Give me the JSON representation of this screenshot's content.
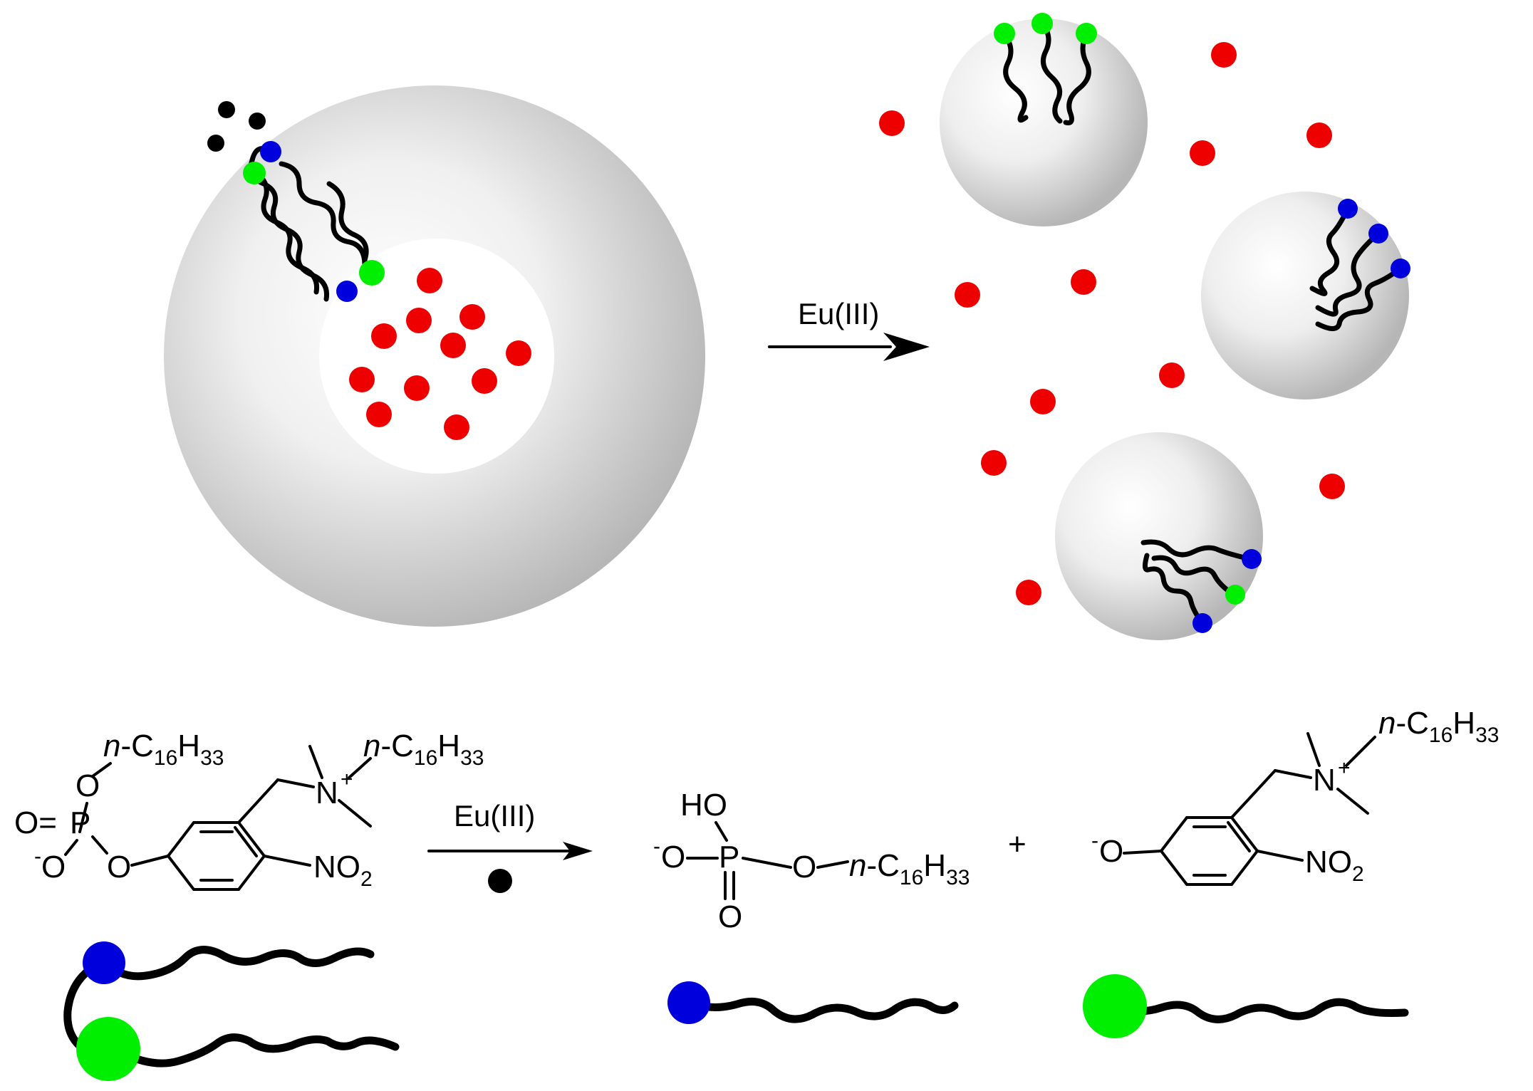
{
  "colors": {
    "cargo": "#ee0000",
    "phosphate_head": "#0000dd",
    "ammonium_head": "#00ee00",
    "eu_ion": "#000000",
    "vesicle_light": "#ffffff",
    "vesicle_dark": "#b8b8b8"
  },
  "scheme": {
    "arrow_label": "Eu(III)"
  },
  "reaction": {
    "arrow_label": "Eu(III)",
    "plus": "+",
    "reactant": {
      "alkyl_1_prefix": "n",
      "alkyl_1_body": "-C",
      "alkyl_1_sub1": "16",
      "alkyl_1_h": "H",
      "alkyl_1_sub2": "33",
      "alkyl_2_prefix": "n",
      "alkyl_2_body": "-C",
      "alkyl_2_sub1": "16",
      "alkyl_2_h": "H",
      "alkyl_2_sub2": "33",
      "o_ester": "O",
      "o_double": "O=",
      "p": "P",
      "o_minus_sup": "-",
      "o_minus": "O",
      "o_aryl": "O",
      "n": "N",
      "n_charge": "+",
      "nitro": "NO",
      "nitro_sub": "2"
    },
    "product_phosphate": {
      "ho": "HO",
      "o_minus_sup": "-",
      "o_minus": "O",
      "p": "P",
      "o_ester": "O",
      "alkyl_prefix": "n",
      "alkyl_body": "-C",
      "alkyl_sub1": "16",
      "alkyl_h": "H",
      "alkyl_sub2": "33",
      "o_double": "O"
    },
    "product_phenolate": {
      "alkyl_prefix": "n",
      "alkyl_body": "-C",
      "alkyl_sub1": "16",
      "alkyl_h": "H",
      "alkyl_sub2": "33",
      "n": "N",
      "n_charge": "+",
      "o_minus_sup": "-",
      "o_minus": "O",
      "nitro": "NO",
      "nitro_sub": "2"
    }
  }
}
